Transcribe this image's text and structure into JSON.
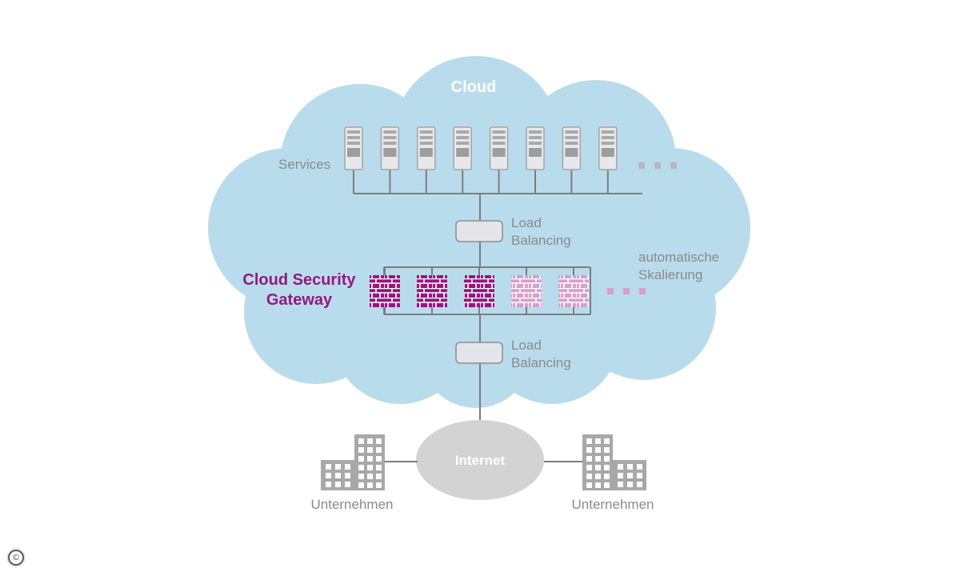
{
  "cloud": {
    "title": "Cloud",
    "fill_color": "#b9dcec"
  },
  "services": {
    "label": "Services",
    "server_count": 8,
    "continues": true
  },
  "load_balancer_top": {
    "label_line1": "Load",
    "label_line2": "Balancing"
  },
  "gateway": {
    "label_line1": "Cloud Security",
    "label_line2": "Gateway",
    "label_color": "#93197f",
    "active_firewalls": 3,
    "scaled_firewalls": 2,
    "active_color": "#93197f",
    "scaled_color": "#d7a0cb",
    "continues": true
  },
  "scaling": {
    "label_line1": "automatische",
    "label_line2": "Skalierung"
  },
  "load_balancer_bottom": {
    "label_line1": "Load",
    "label_line2": "Balancing"
  },
  "internet": {
    "label": "Internet",
    "fill_color": "#d3d3d3"
  },
  "companies": {
    "left_label": "Unternehmen",
    "right_label": "Unternehmen"
  },
  "copyright": {
    "symbol": "©"
  }
}
